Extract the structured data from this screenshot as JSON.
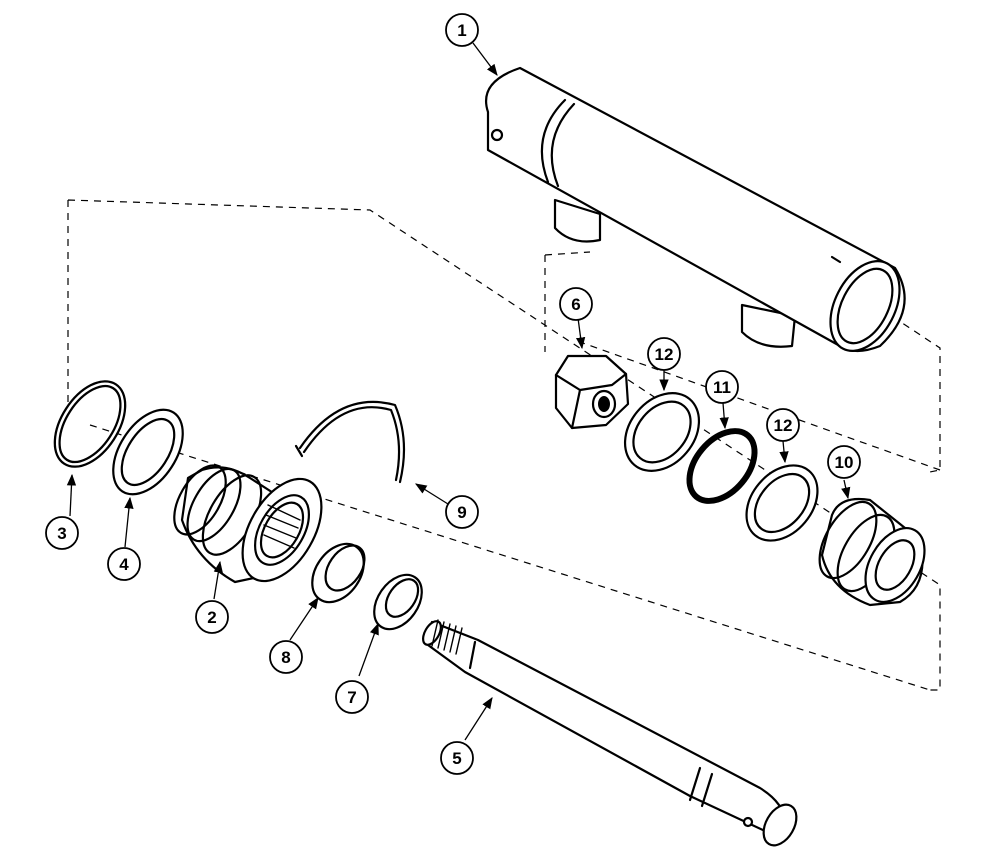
{
  "callouts": {
    "c1": "1",
    "c2": "2",
    "c3": "3",
    "c4": "4",
    "c5": "5",
    "c6": "6",
    "c7": "7",
    "c8": "8",
    "c9": "9",
    "c10": "10",
    "c11": "11",
    "c12a": "12",
    "c12b": "12"
  }
}
